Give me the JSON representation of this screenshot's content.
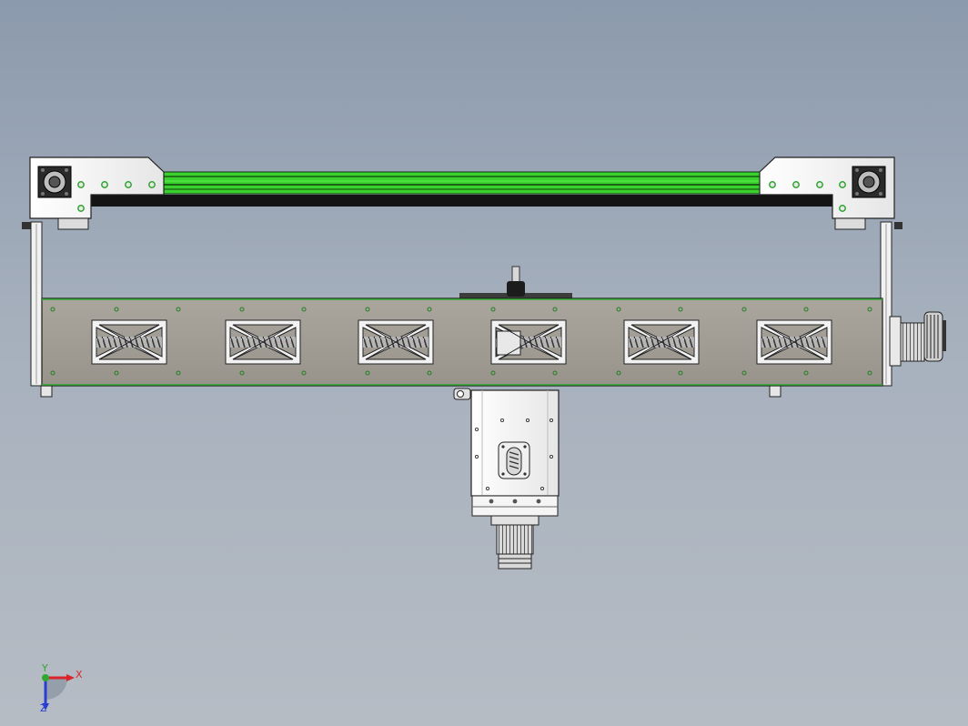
{
  "app": {
    "title": "",
    "view": "Front"
  },
  "colors": {
    "background_top": "#8c9aad",
    "background_bottom": "#b6bcc4",
    "rail_green": "#3ad12e",
    "beam_plate": "#a19d95",
    "part_white": "#f4f4f4",
    "edge": "#1a1a1a",
    "hole_green": "#2fa52f",
    "axis_x": "#d9252a",
    "axis_y": "#2ea82e",
    "axis_z": "#2a3fd1"
  },
  "model": {
    "name": "gantry-assembly",
    "cutout_count": 6
  },
  "triad": {
    "x_label": "X",
    "y_label": "Y",
    "z_label": "Z"
  }
}
